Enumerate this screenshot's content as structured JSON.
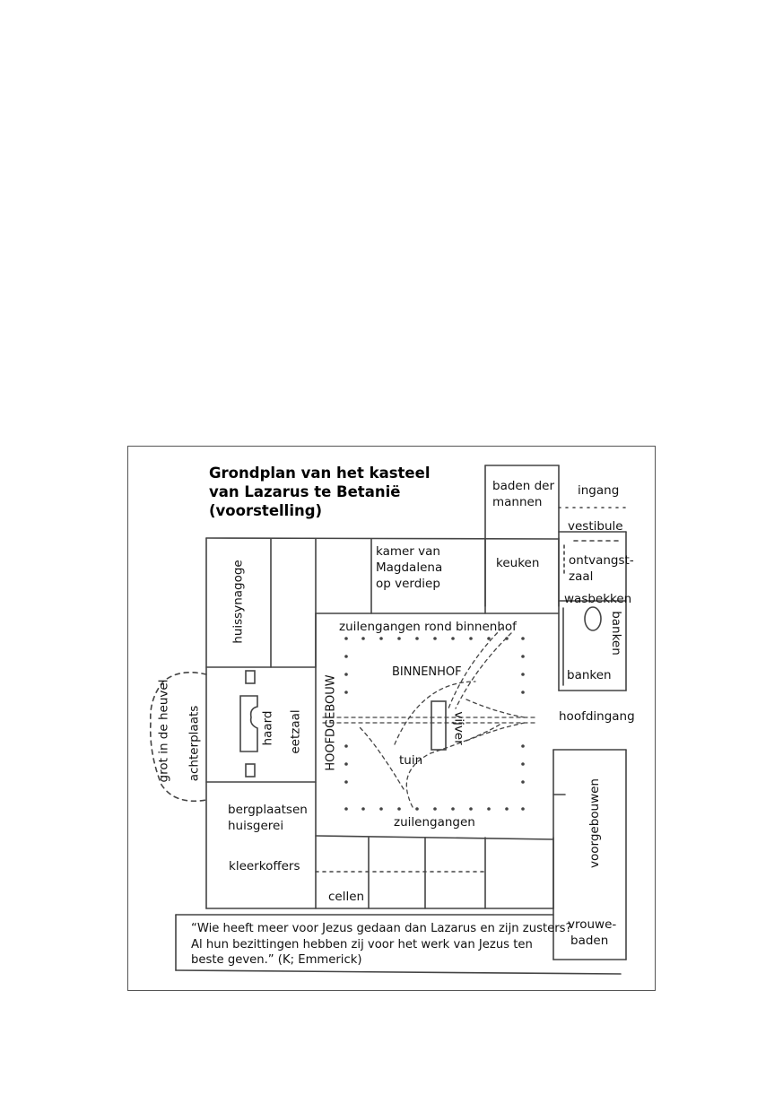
{
  "title": {
    "line1": "Grondplan van het kasteel",
    "line2": "van Lazarus te Betanië",
    "line3": "(voorstelling)"
  },
  "labels": {
    "baden_der": "baden der",
    "mannen": "mannen",
    "ingang": "ingang",
    "vestibule": "vestibule",
    "ontvangst": "ontvangst-",
    "zaal": "zaal",
    "keuken": "keuken",
    "kamer_van": "kamer van",
    "magdalena": "Magdalena",
    "op_verdiep": "op verdiep",
    "wasbekken": "wasbekken",
    "banken_v": "banken",
    "banken": "banken",
    "huissynagoge": "huissynagoge",
    "zuilengangen_rond": "zuilengangen rond binnenhof",
    "binnenhof": "BINNENHOF",
    "hoofdingang": "hoofdingang",
    "grot": "grot in de heuvel",
    "achterplaats": "achterplaats",
    "haard": "haard",
    "eetzaal": "eetzaal",
    "hoofdgebouw": "HOOFDGEBOUW",
    "vijver": "vijver",
    "tuin": "tuin",
    "bergplaatsen": "bergplaatsen",
    "huisgerei": "huisgerei",
    "zuilengangen": "zuilengangen",
    "voorgebouwen": "voorgebouwen",
    "kleerkoffers": "kleerkoffers",
    "cellen": "cellen",
    "vrouwe": "vrouwe-",
    "baden": "baden"
  },
  "quote": {
    "line1": "“Wie heeft meer voor Jezus gedaan dan Lazarus en zijn zusters?",
    "line2": "Al hun bezittingen hebben zij voor het werk van Jezus ten",
    "line3": "beste geven.” (K; Emmerick)"
  }
}
